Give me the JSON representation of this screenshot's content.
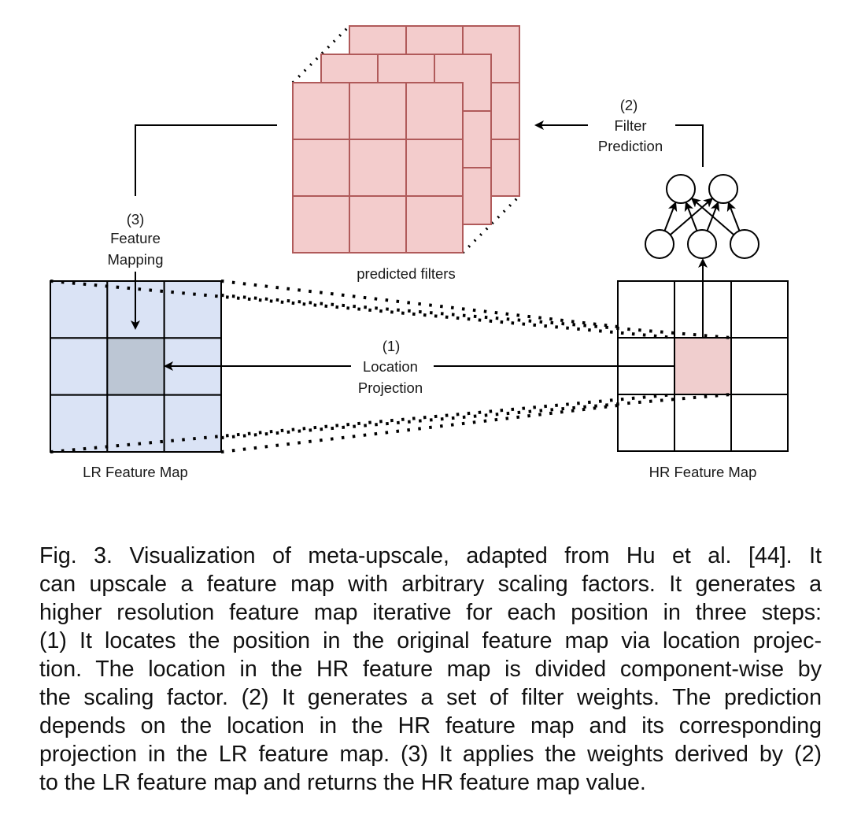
{
  "figure": {
    "labels": {
      "predicted_filters": "predicted filters",
      "lr_feature_map": "LR Feature Map",
      "hr_feature_map": "HR Feature Map",
      "step1_number": "(1)",
      "step1_line1": "Location",
      "step1_line2": "Projection",
      "step2_number": "(2)",
      "step2_line1": "Filter",
      "step2_line2": "Prediction",
      "step3_number": "(3)",
      "step3_line1": "Feature",
      "step3_line2": "Mapping"
    },
    "colors": {
      "lr_fill": "#dae3f5",
      "lr_highlight": "#bcc6d4",
      "hr_highlight": "#f0cece",
      "filter_fill": "#f3cccc",
      "filter_stroke": "#b05a5a",
      "line": "#000000"
    },
    "grid_size": 3,
    "filter_layers": 3,
    "network": {
      "input_nodes": 3,
      "output_nodes": 2
    }
  },
  "caption": {
    "lines": [
      "Fig. 3.  Visualization of meta-upscale, adapted from Hu et al. [44]. It",
      "can upscale a feature map with arbitrary scaling factors. It generates a",
      "higher resolution feature map iterative for each position in three steps:",
      "(1) It locates the position in the original feature map via location projec-",
      "tion. The location in the HR feature map is divided component-wise by",
      "the scaling factor. (2) It generates a set of filter weights. The prediction",
      "depends on the location in the HR feature map and its corresponding",
      "projection in the LR feature map. (3) It applies the weights derived by (2)",
      "to the LR feature map and returns the HR feature map value."
    ]
  }
}
